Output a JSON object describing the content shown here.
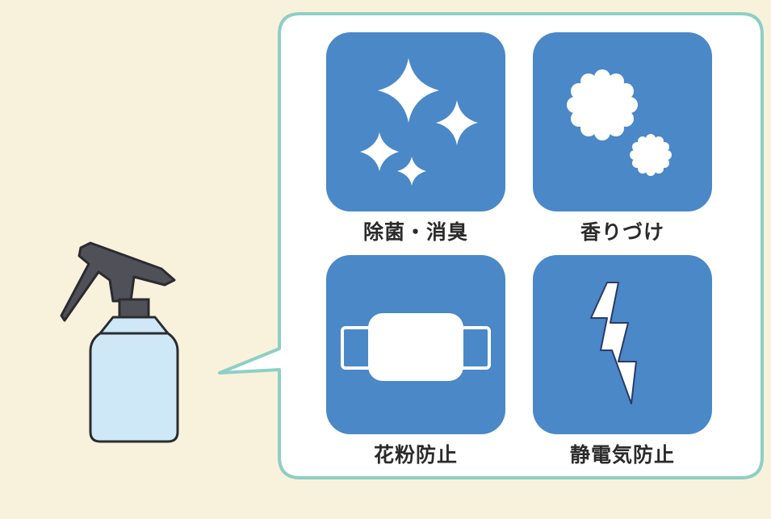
{
  "colors": {
    "background": "#f8f2dc",
    "bubble_border": "#8ecfc4",
    "tile": "#4a88c8",
    "icon": "#ffffff",
    "label_text": "#2b2b2b",
    "bottle_body": "#cfe8f8",
    "bottle_cap": "#505058"
  },
  "features": [
    {
      "label": "除菌・消臭",
      "icon": "sparkle-icon"
    },
    {
      "label": "香りづけ",
      "icon": "flower-icon"
    },
    {
      "label": "花粉防止",
      "icon": "mask-icon"
    },
    {
      "label": "静電気防止",
      "icon": "lightning-icon"
    }
  ]
}
